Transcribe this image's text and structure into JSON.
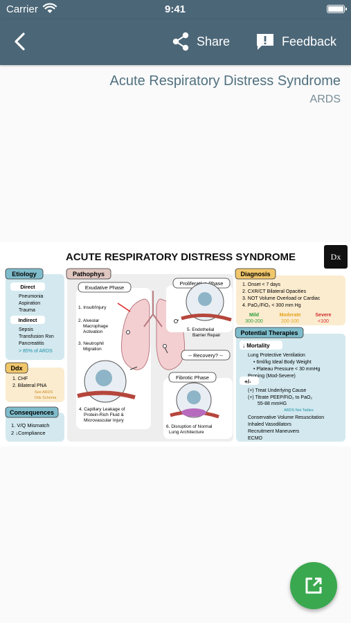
{
  "status_bar": {
    "carrier": "Carrier",
    "time": "9:41"
  },
  "nav": {
    "share_label": "Share",
    "feedback_label": "Feedback"
  },
  "page": {
    "title": "Acute Respiratory Distress Syndrome",
    "subtitle": "ARDS"
  },
  "infographic": {
    "title": "ACUTE RESPIRATORY DISTRESS SYNDROME",
    "logo": "Dx",
    "etiology": {
      "heading": "Etiology",
      "direct_label": "Direct",
      "direct_items": [
        "Pneumonia",
        "Aspiration",
        "Trauma"
      ],
      "indirect_label": "Indirect",
      "indirect_items": [
        "Sepsis",
        "Transfusion Rxn",
        "Pancreatitis"
      ],
      "note": "> 85% of ARDS"
    },
    "ddx": {
      "heading": "Ddx",
      "items": [
        "1. CHF",
        "2. Bilateral PNA"
      ],
      "see_line1": "See ARDS",
      "see_line2": "Ddx Schema"
    },
    "consequences": {
      "heading": "Consequences",
      "items": [
        "1. V/Q Mismatch",
        "2 ↓Compliance"
      ]
    },
    "pathophys": {
      "heading": "Pathophys",
      "exudative": "Exudative Phase",
      "steps": [
        "1. Insult/Injury",
        "2. Alveolar",
        "Macrophage",
        "Activation",
        "3. Neutrophil",
        "Migration"
      ],
      "step4": [
        "4. Capillary Leakage of",
        "Protein-Rich Fluid &",
        "Microvascular Injury"
      ],
      "proliferative": "Proliferative Phase",
      "step5": [
        "5. Endothelial",
        "Barrier Repair"
      ],
      "recovery": "-- Recovery? --",
      "fibrotic": "Fibrotic Phase",
      "step6": [
        "6. Disruption of Normal",
        "Lung Architecture"
      ]
    },
    "diagnosis": {
      "heading": "Diagnosis",
      "items": [
        "1. Onset < 7 days",
        "2. CXR/CT Bilateral Opacities",
        "3. NOT Volume Overload or Cardiac",
        "4. PaO₂/FiO₂ < 300 mm Hg"
      ],
      "mild": "Mild",
      "mild_range": "300-200",
      "moderate": "Moderate",
      "moderate_range": "200-100",
      "severe": "Severe",
      "severe_range": "<100"
    },
    "therapies": {
      "heading": "Potential Therapies",
      "mortality": "↓ Mortality",
      "lines": [
        "Lung Protective Ventilation",
        "• 6ml/kg Ideal Body Weight",
        "• Plateau Pressure < 30 mmHg",
        "Proning (Mod-Severe)"
      ],
      "plusminus": "+/-",
      "lines2": [
        "(+) Treat Underlying Cause",
        "(+) Titrate PEEP/FiO₂ to PaO₂",
        "55-88 mmHG"
      ],
      "note": "ARDS Net Tables",
      "lines3": [
        "Conservative Volume Resuscitation",
        "Inhaled Vasodilators",
        "Recruitment Maneuvers",
        "ECMO"
      ]
    }
  }
}
